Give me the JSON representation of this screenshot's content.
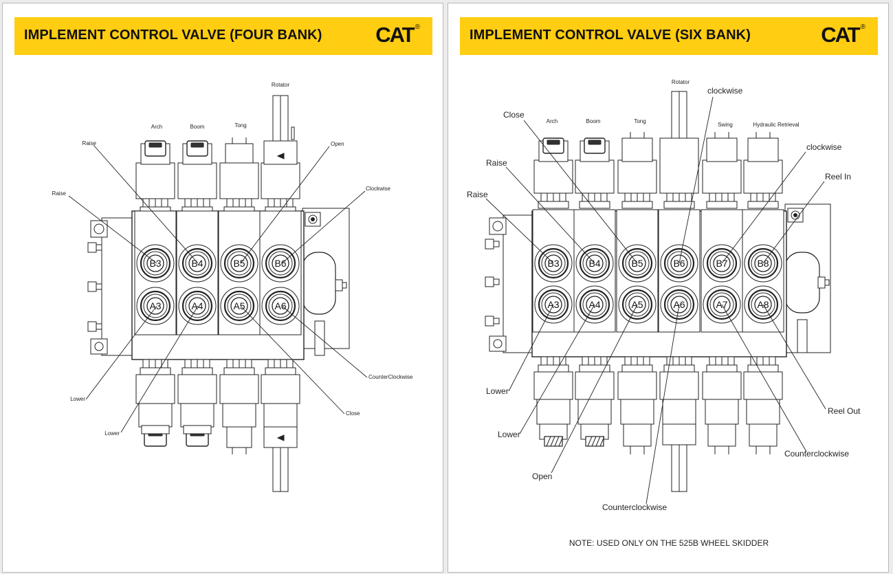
{
  "brand": {
    "logo_text": "CAT",
    "registered_mark": "®"
  },
  "colors": {
    "banner": "#ffcd11",
    "ink": "#222222",
    "panel": "#ffffff"
  },
  "left_panel": {
    "title": "IMPLEMENT CONTROL VALVE (FOUR BANK)",
    "top_labels": [
      "Arch",
      "Boom",
      "Tong",
      "Rotator"
    ],
    "ports_b": [
      "B3",
      "B4",
      "B5",
      "B6"
    ],
    "ports_a": [
      "A3",
      "A4",
      "A5",
      "A6"
    ],
    "callouts": [
      "Raise",
      "Raise",
      "Open",
      "Clockwise",
      "Lower",
      "Lower",
      "CounterClockwise",
      "Close"
    ]
  },
  "right_panel": {
    "title": "IMPLEMENT CONTROL VALVE (SIX BANK)",
    "top_labels": [
      "Arch",
      "Boom",
      "Tong",
      "Rotator",
      "Swing",
      "Hydraulic Retrieval"
    ],
    "ports_b": [
      "B3",
      "B4",
      "B5",
      "B6",
      "B7",
      "B8"
    ],
    "ports_a": [
      "A3",
      "A4",
      "A5",
      "A6",
      "A7",
      "A8"
    ],
    "callouts": [
      "clockwise",
      "Close",
      "clockwise",
      "Raise",
      "Reel In",
      "Raise",
      "Lower",
      "Reel Out",
      "Lower",
      "Counterclockwise",
      "Open",
      "Counterclockwise"
    ],
    "note": "NOTE: USED ONLY ON THE 525B WHEEL SKIDDER"
  }
}
